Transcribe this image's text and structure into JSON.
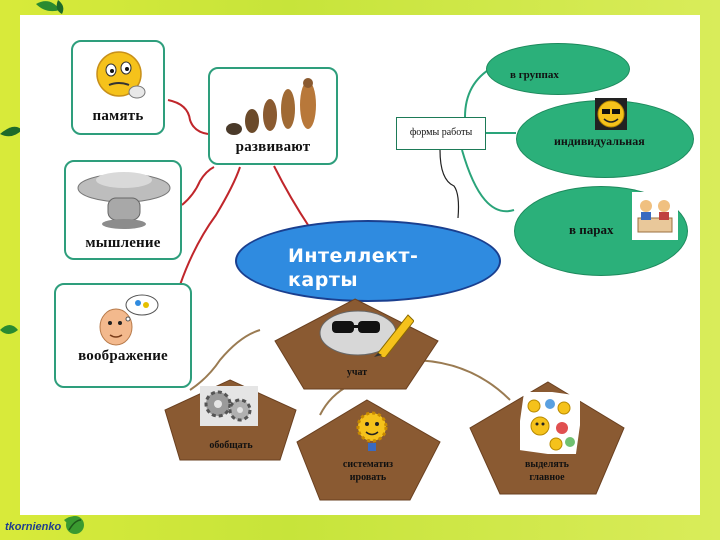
{
  "slide": {
    "title": "Интеллект-карты"
  },
  "left_nodes": [
    {
      "label": "память",
      "icon": "thinking-face-icon"
    },
    {
      "label": "мышление",
      "icon": "thinking-cloud-icon"
    },
    {
      "label": "воображение",
      "icon": "imagination-icon"
    }
  ],
  "top_node": {
    "label": "развивают",
    "icon": "evolution-icon"
  },
  "work_forms": {
    "label": "формы работы",
    "items": [
      {
        "label": "в группах"
      },
      {
        "label": "индивидуальная",
        "icon": "smiley-icon"
      },
      {
        "label": "в парах",
        "icon": "pair-work-icon"
      }
    ]
  },
  "bottom_nodes": [
    {
      "label": "учат",
      "icon": "pencil-glasses-icon"
    },
    {
      "label": "обобщать",
      "icon": "gears-icon"
    },
    {
      "label": "систематиз ировать",
      "line1": "систематиз",
      "line2": "ировать",
      "icon": "sun-icon"
    },
    {
      "label": "выделять главное",
      "line1": "выделять",
      "line2": "главное",
      "icon": "emoji-faces-icon"
    }
  ],
  "footer": {
    "brand": "tkornienko"
  },
  "colors": {
    "background": "#cfe63c",
    "box_border": "#2e9e7c",
    "oval_fill": "#2bb07a",
    "center_fill": "#2f8be0",
    "pentagon_fill": "#8a5a32",
    "link_red": "#c0262b",
    "link_brown": "#9a7b52",
    "link_green": "#2aa47a"
  }
}
